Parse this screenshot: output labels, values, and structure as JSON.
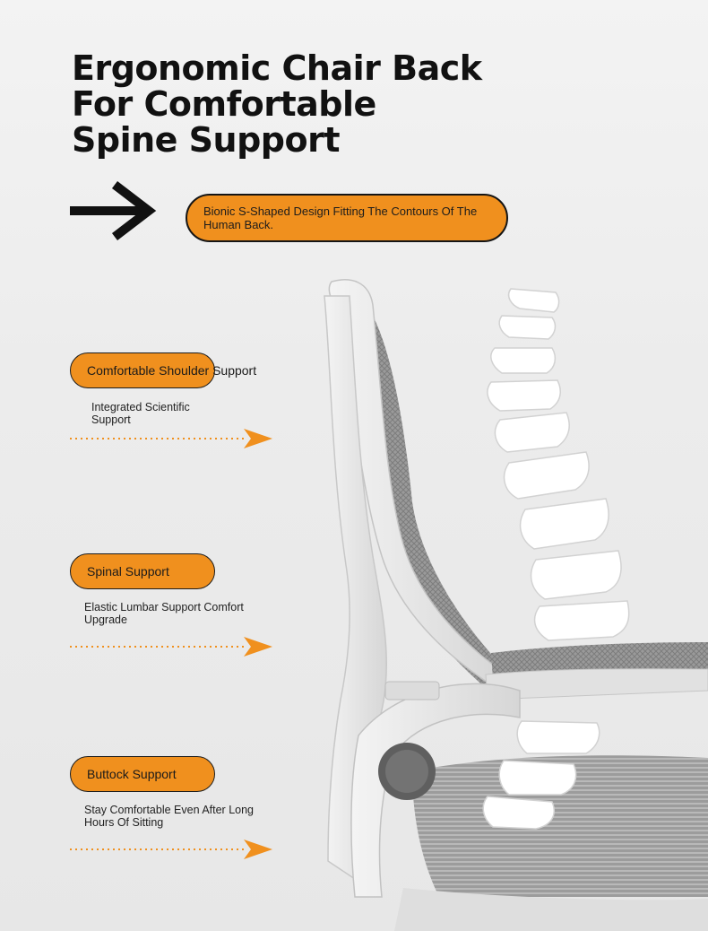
{
  "title": {
    "line1": "Ergonomic Chair Back",
    "line2": "For Comfortable",
    "line3": "Spine Support"
  },
  "highlight": {
    "text": "Bionic S-Shaped Design Fitting The Contours Of The Human Back."
  },
  "features": [
    {
      "label": "Comfortable Shoulder Support",
      "description": "Integrated Scientific Support"
    },
    {
      "label": "Spinal Support",
      "description": "Elastic Lumbar Support Comfort Upgrade"
    },
    {
      "label": "Buttock Support",
      "description": "Stay Comfortable Even After Long Hours Of Sitting"
    }
  ],
  "colors": {
    "accent": "#f0901e",
    "text": "#1a1a1a",
    "background": "#ececec"
  },
  "icons": [
    "right-arrow-icon",
    "dotted-arrow-icon"
  ]
}
